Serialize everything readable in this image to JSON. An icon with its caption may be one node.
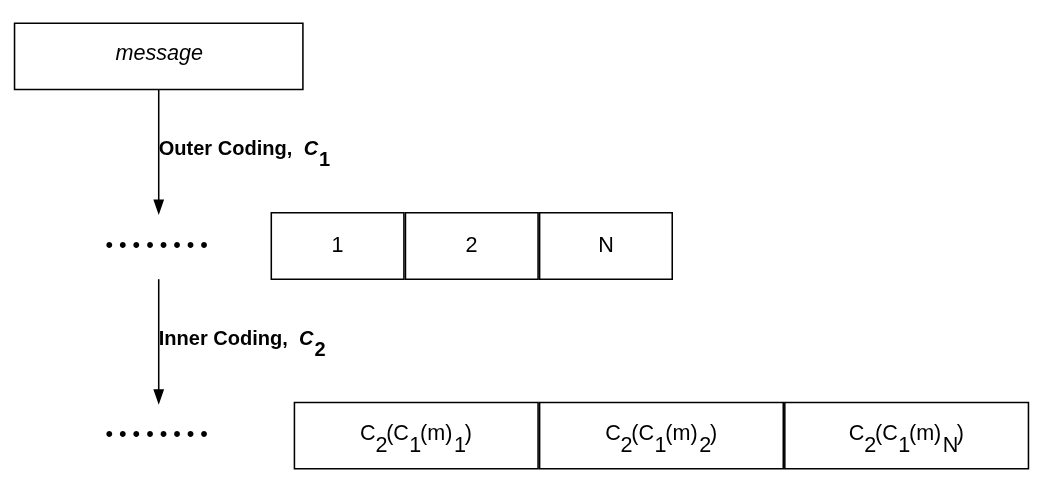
{
  "diagram": {
    "nodes": [
      {
        "text": [
          "message"
        ]
      },
      {
        "text": [
          "1"
        ]
      },
      {
        "text": [
          "2"
        ]
      },
      {
        "text": [
          "• • • • • • • •"
        ]
      },
      {
        "text": [
          "N"
        ]
      },
      {
        "text": [
          "C$_{2}$(C$_{1}$(m)$_{1}$)"
        ]
      },
      {
        "text": [
          "C$_{2}$(C$_{1}$(m)$_{2}$)"
        ]
      },
      {
        "text": [
          "• • • • • • • •"
        ]
      },
      {
        "text": [
          "C$_{2}$(C$_{1}$(m)$_{N}$)"
        ]
      }
    ],
    "edges": [
      {
        "from": 0,
        "to": 3,
        "arrow": "to",
        "label": "Outer Coding, *C*$_{1}$"
      },
      {
        "from": 3,
        "to": 7,
        "arrow": "to",
        "label": "Inner Coding, *C*$_{2}$"
      }
    ]
  }
}
